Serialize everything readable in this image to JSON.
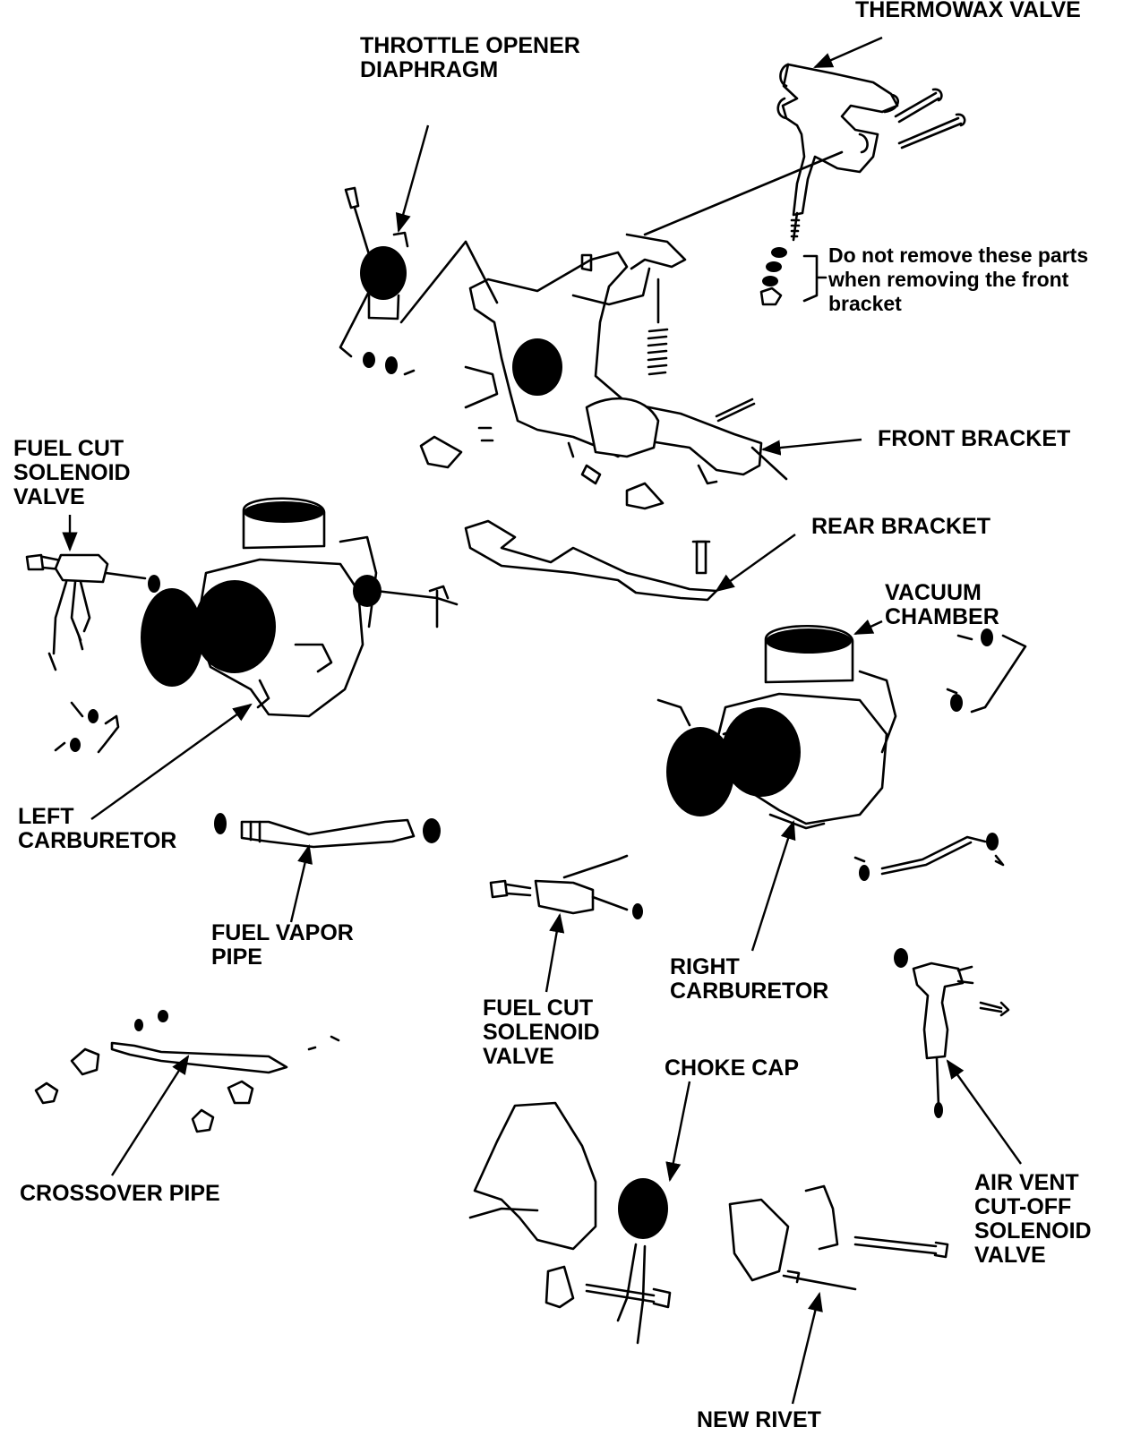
{
  "labels": {
    "thermowax_valve": "THERMOWAX VALVE",
    "throttle_opener_1": "THROTTLE OPENER",
    "throttle_opener_2": "DIAPHRAGM",
    "note_1": "Do not remove these parts",
    "note_2": "when removing the front",
    "note_3": "bracket",
    "front_bracket": "FRONT BRACKET",
    "fuel_cut_left_1": "FUEL CUT",
    "fuel_cut_left_2": "SOLENOID",
    "fuel_cut_left_3": "VALVE",
    "rear_bracket": "REAR BRACKET",
    "vacuum_chamber_1": "VACUUM",
    "vacuum_chamber_2": "CHAMBER",
    "left_carb_1": "LEFT",
    "left_carb_2": "CARBURETOR",
    "fuel_vapor_1": "FUEL VAPOR",
    "fuel_vapor_2": "PIPE",
    "right_carb_1": "RIGHT",
    "right_carb_2": "CARBURETOR",
    "fuel_cut_center_1": "FUEL CUT",
    "fuel_cut_center_2": "SOLENOID",
    "fuel_cut_center_3": "VALVE",
    "choke_cap": "CHOKE CAP",
    "crossover_pipe": "CROSSOVER PIPE",
    "air_vent_1": "AIR VENT",
    "air_vent_2": "CUT-OFF",
    "air_vent_3": "SOLENOID",
    "air_vent_4": "VALVE",
    "new_rivet": "NEW RIVET"
  }
}
